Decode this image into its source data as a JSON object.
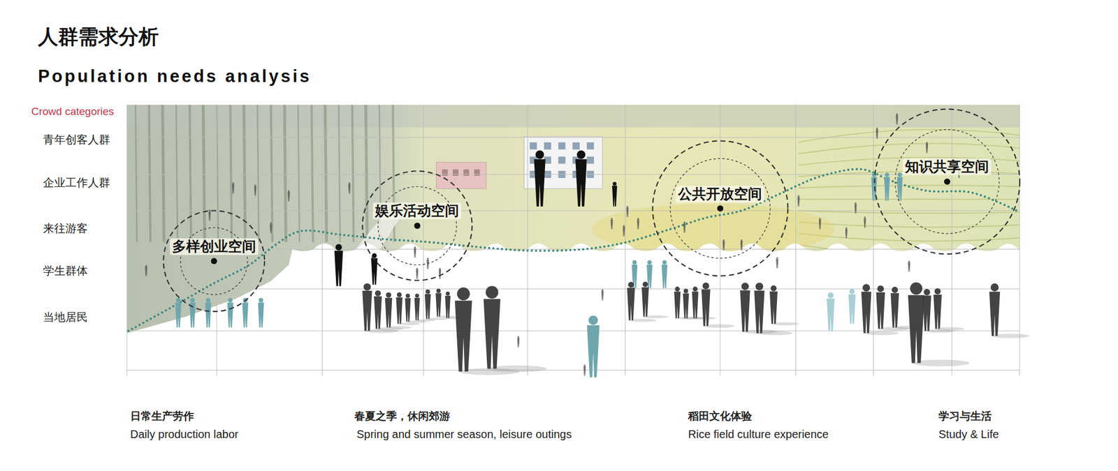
{
  "diagram": {
    "title": "人群需求分析",
    "nodes": [
      {
        "text": [
          "多样创业空间"
        ]
      },
      {
        "text": [
          "娱乐活动空间"
        ]
      },
      {
        "text": [
          "公共开放空间"
        ]
      },
      {
        "text": [
          "知识共享空间"
        ]
      }
    ],
    "labels": [
      "Population needs analysis",
      "Crowd categories",
      "青年创客人群",
      "企业工作人群",
      "来往游客",
      "学生群体",
      "当地居民",
      "日常生产劳作",
      "Daily production labor",
      "春夏之季，休闲郊游",
      "Spring and summer season, leisure outings",
      "稻田文化体验",
      "Rice field culture experience",
      "学习与生活",
      "Study & Life"
    ]
  }
}
